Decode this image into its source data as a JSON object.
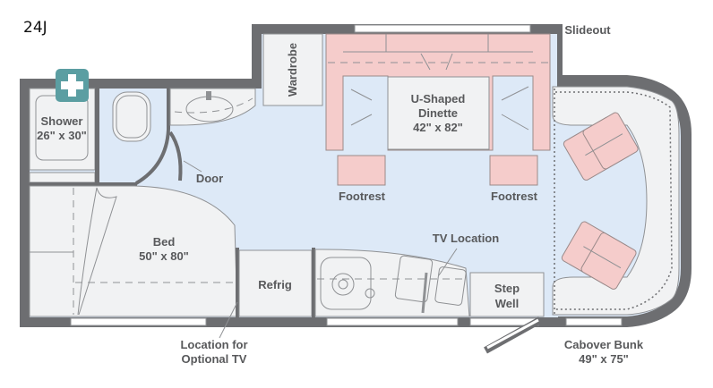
{
  "plan": {
    "model": "24J",
    "labels": {
      "slideout": "Slideout",
      "wardrobe": "Wardrobe",
      "dinette_1": "U-Shaped",
      "dinette_2": "Dinette",
      "dinette_3": "42\" x 82\"",
      "shower_1": "Shower",
      "shower_2": "26\" x 30\"",
      "door": "Door",
      "footrest_left": "Footrest",
      "footrest_right": "Footrest",
      "tv_location": "TV Location",
      "bed_1": "Bed",
      "bed_2": "50\" x 80\"",
      "refrig": "Refrig",
      "step_1": "Step",
      "step_2": "Well",
      "optional_tv_1": "Location for",
      "optional_tv_2": "Optional TV",
      "cabover_1": "Cabover Bunk",
      "cabover_2": "49\" x 75\""
    },
    "colors": {
      "wall": "#6d6e71",
      "floor": "#dde9f7",
      "upholstery": "#f5cccb",
      "medical_badge": "#5b9ea2"
    }
  }
}
